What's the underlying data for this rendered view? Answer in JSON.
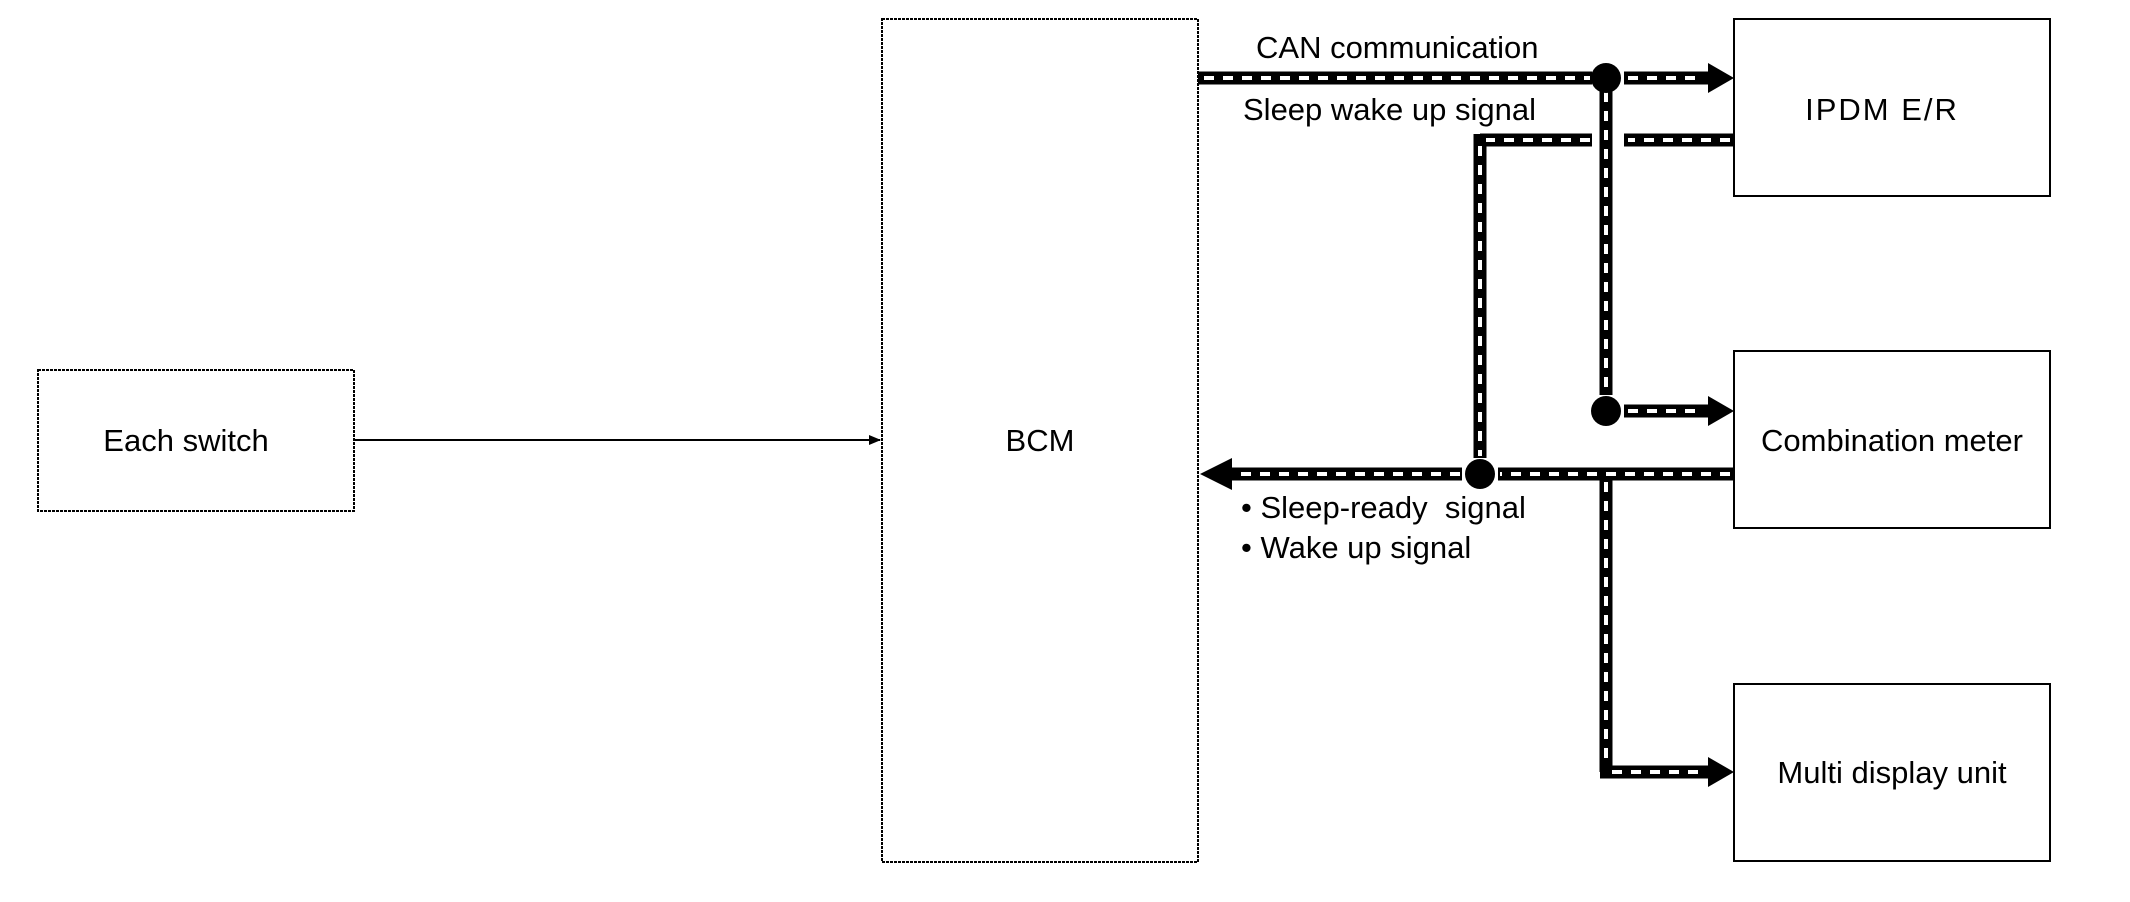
{
  "blocks": {
    "each_switch": "Each switch",
    "bcm": "BCM",
    "ipdm": "IPDM E/R",
    "combination_meter": "Combination meter",
    "multi_display": "Multi display unit"
  },
  "signals": {
    "can_communication": "CAN communication",
    "sleep_wake_up": "Sleep wake up signal",
    "sleep_ready": "• Sleep-ready  signal",
    "wake_up": "• Wake up signal"
  },
  "colors": {
    "line": "#000000",
    "dash": "#ffffff",
    "background": "#ffffff"
  }
}
